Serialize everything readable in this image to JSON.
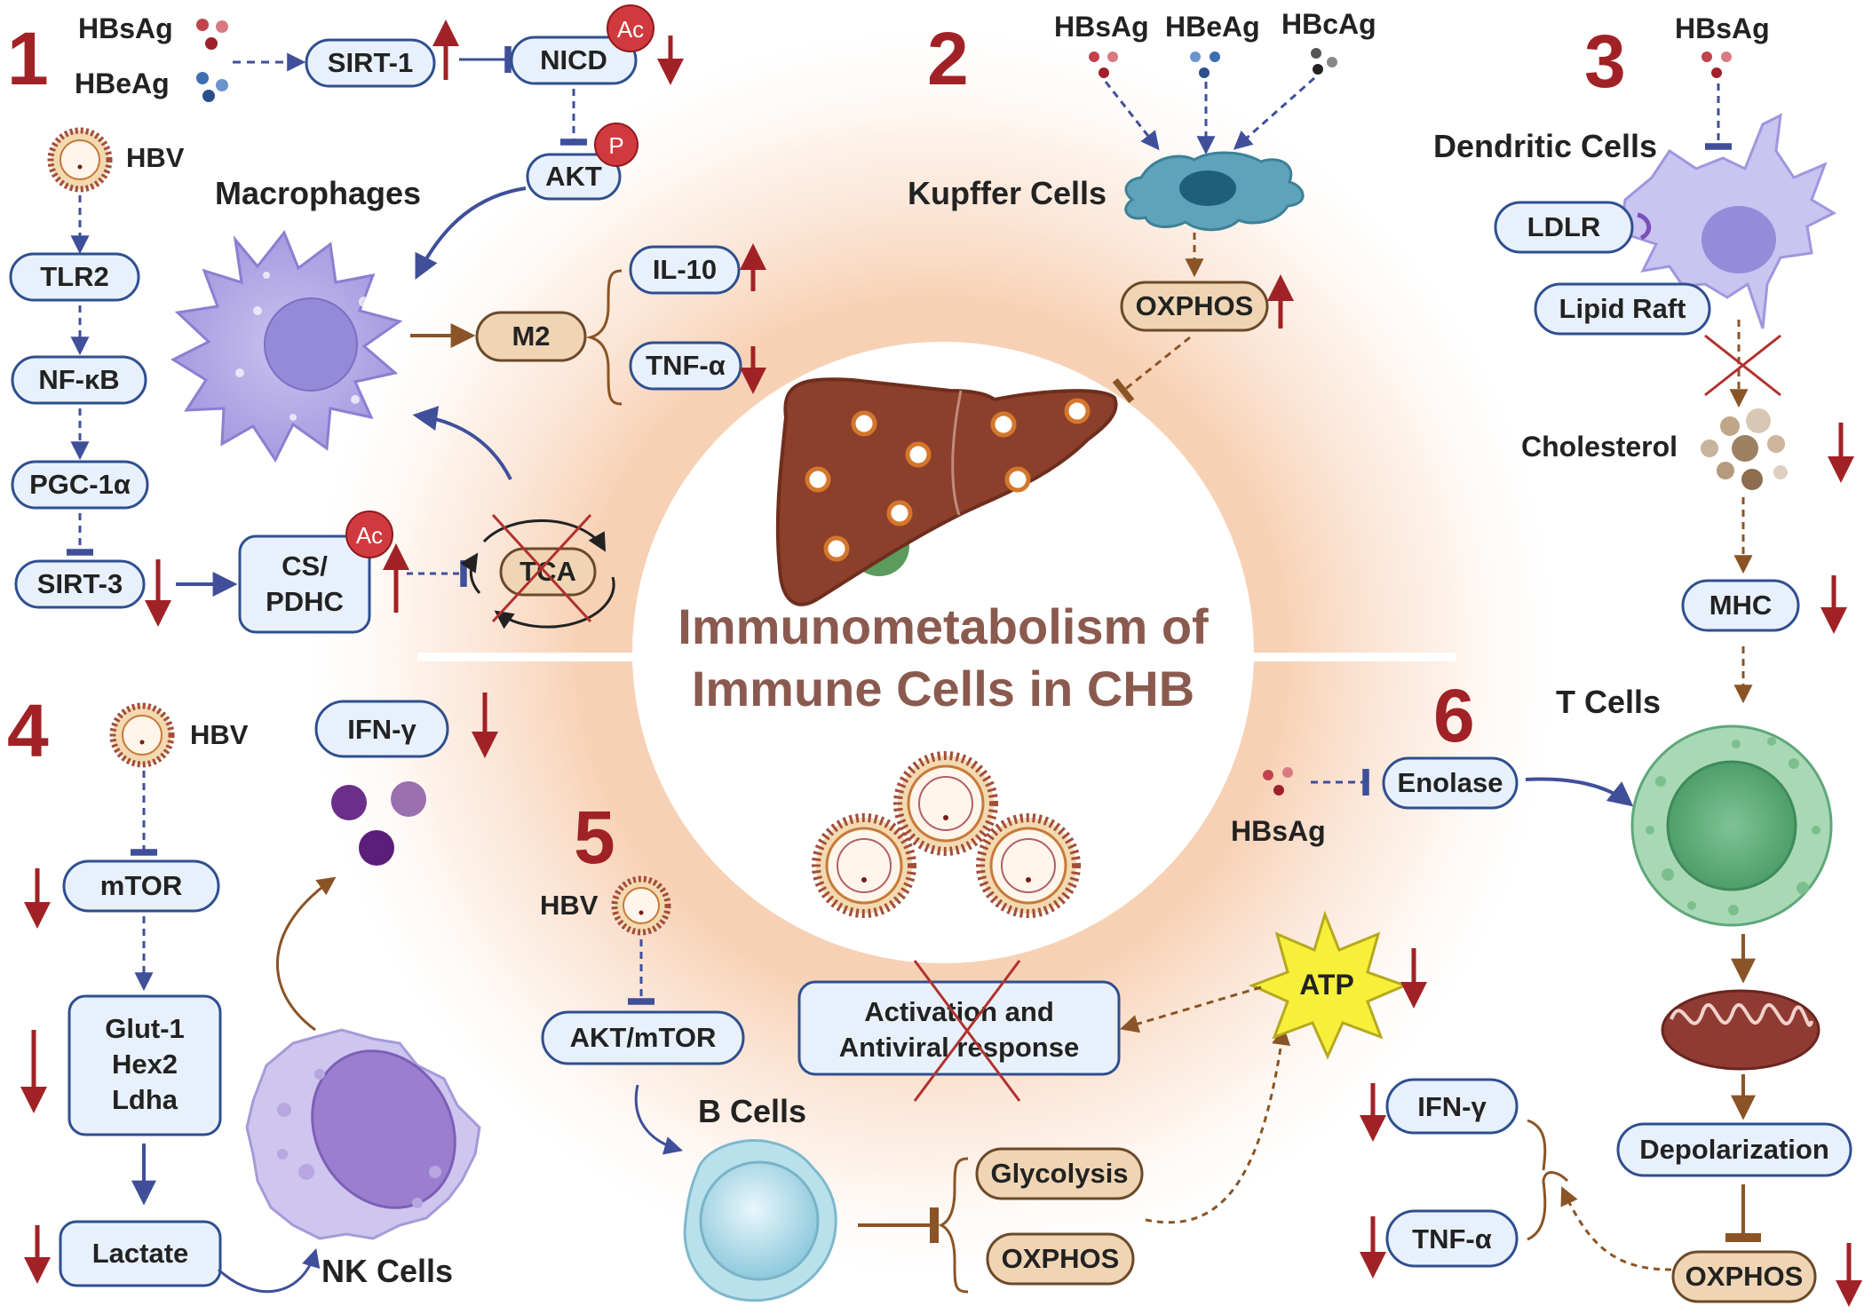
{
  "title_line1": "Immunometabolism of",
  "title_line2": "Immune Cells in CHB",
  "colors": {
    "title": "#8b5a4f",
    "number": "#a12226",
    "blue_box_fill": "#e8f1fb",
    "blue_box_stroke": "#2f4f8f",
    "tan_box_fill": "#f0d5b4",
    "tan_box_stroke": "#6b4a2a",
    "blue_arrow": "#3f4f9a",
    "brown_arrow": "#8a5426",
    "red_arrow": "#a12226"
  },
  "panel1": {
    "number": "1",
    "hbsag": "HBsAg",
    "hbeag": "HBeAg",
    "hbv": "HBV",
    "sirt1": "SIRT-1",
    "nicd": "NICD",
    "akt": "AKT",
    "ac": "Ac",
    "p": "P",
    "macrophages": "Macrophages",
    "tlr2": "TLR2",
    "nfkb": "NF-κB",
    "pgc": "PGC-1α",
    "sirt3": "SIRT-3",
    "cs1": "CS/",
    "cs2": "PDHC",
    "ac2": "Ac",
    "tca": "TCA",
    "m2": "M2",
    "il10": "IL-10",
    "tnfa": "TNF-α"
  },
  "panel2": {
    "number": "2",
    "hbsag": "HBsAg",
    "hbeag": "HBeAg",
    "hbcag": "HBcAg",
    "kupffer": "Kupffer Cells",
    "oxphos": "OXPHOS"
  },
  "panel3": {
    "number": "3",
    "hbsag": "HBsAg",
    "dendritic": "Dendritic Cells",
    "ldlr": "LDLR",
    "lipid_raft": "Lipid Raft",
    "cholesterol": "Cholesterol",
    "mhc": "MHC",
    "tcells": "T Cells"
  },
  "panel4": {
    "number": "4",
    "hbv": "HBV",
    "ifng": "IFN-γ",
    "mtor": "mTOR",
    "glut1": "Glut-1",
    "hex2": "Hex2",
    "ldha": "Ldha",
    "lactate": "Lactate",
    "nkcells": "NK Cells"
  },
  "panel5": {
    "number": "5",
    "hbv": "HBV",
    "aktmtor": "AKT/mTOR",
    "bcells": "B Cells",
    "activation1": "Activation and",
    "activation2": "Antiviral response",
    "atp": "ATP",
    "glycolysis": "Glycolysis",
    "oxphos": "OXPHOS"
  },
  "panel6": {
    "number": "6",
    "enolase": "Enolase",
    "hbsag": "HBsAg",
    "depolarization": "Depolarization",
    "ifng": "IFN-γ",
    "tnfa": "TNF-α",
    "oxphos": "OXPHOS"
  }
}
